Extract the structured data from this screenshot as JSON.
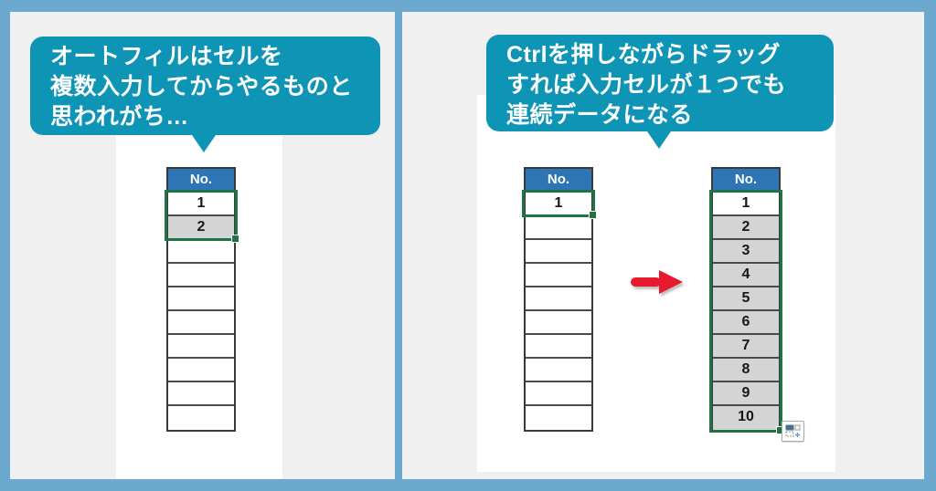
{
  "left_panel": {
    "bubble": {
      "lines": [
        "オートフィルはセルを",
        "複数入力してからやるものと",
        "思われがち…"
      ]
    },
    "table": {
      "header": "No.",
      "cells": [
        "1",
        "2",
        "",
        "",
        "",
        "",
        "",
        "",
        "",
        ""
      ]
    }
  },
  "right_panel": {
    "bubble": {
      "lines": [
        "Ctrlを押しながらドラッグ",
        "すれば入力セルが１つでも",
        "連続データになる"
      ]
    },
    "table_before": {
      "header": "No.",
      "cells": [
        "1",
        "",
        "",
        "",
        "",
        "",
        "",
        "",
        "",
        ""
      ]
    },
    "table_after": {
      "header": "No.",
      "cells": [
        "1",
        "2",
        "3",
        "4",
        "5",
        "6",
        "7",
        "8",
        "9",
        "10"
      ]
    },
    "icons": {
      "arrow": "red-right-arrow",
      "autofill_options": "autofill-options-button"
    }
  },
  "colors": {
    "background": "#6CA9CE",
    "panel": "#F0F0F1",
    "bubble": "#0E94B5",
    "table_header": "#2E75B6",
    "filled_cell": "#D4D4D4",
    "selection_border": "#217346",
    "arrow": "#E8192C"
  }
}
